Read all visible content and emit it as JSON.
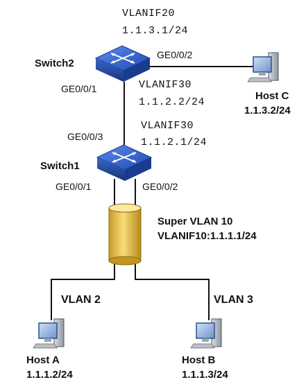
{
  "switch2": {
    "name": "Switch2",
    "vlanif20_label": "VLANIF20",
    "vlanif20_ip": "1.1.3.1/24",
    "port_to_hostc": "GE0/0/2",
    "port_down": "GE0/0/1",
    "vlanif30_label": "VLANIF30",
    "vlanif30_ip": "1.1.2.2/24"
  },
  "switch1": {
    "name": "Switch1",
    "port_up": "GE0/0/3",
    "vlanif30_label": "VLANIF30",
    "vlanif30_ip": "1.1.2.1/24",
    "port_left": "GE0/0/1",
    "port_right": "GE0/0/2"
  },
  "super_vlan": {
    "title": "Super VLAN 10",
    "vlanif": "VLANIF10:1.1.1.1/24"
  },
  "vlan_left": "VLAN 2",
  "vlan_right": "VLAN 3",
  "host_a": {
    "name": "Host A",
    "ip": "1.1.1.2/24"
  },
  "host_b": {
    "name": "Host B",
    "ip": "1.1.1.3/24"
  },
  "host_c": {
    "name": "Host C",
    "ip": "1.1.3.2/24"
  },
  "colors": {
    "switch_blue": "#2e5fc7",
    "cylinder_gold": "#e8c34a",
    "line": "#111111"
  }
}
